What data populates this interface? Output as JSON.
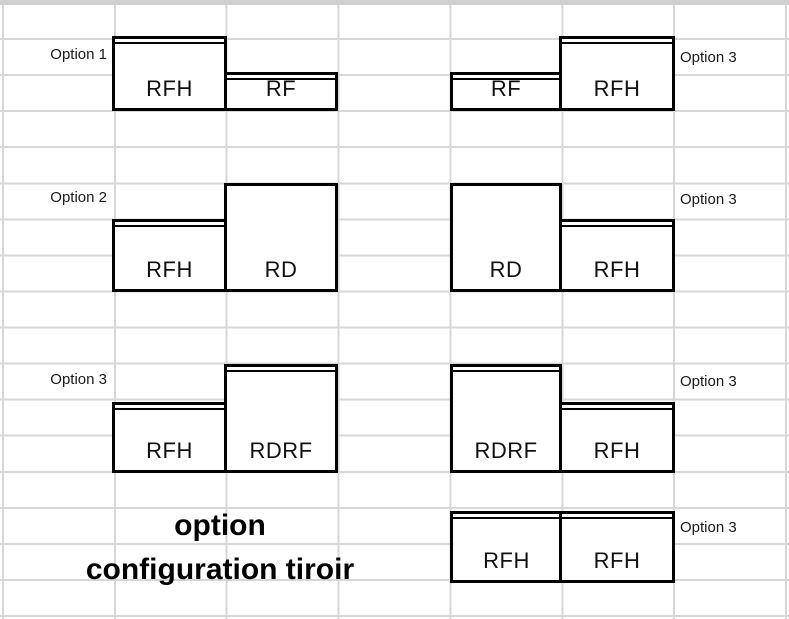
{
  "sheet": {
    "kind": "spreadsheet-drawing",
    "grid_color": "#d7d7d7",
    "shape_border_color": "#000000",
    "background_color": "#ffffff"
  },
  "title": {
    "line1": "option",
    "line2": "configuration tiroir"
  },
  "diagrams": {
    "row1_left": {
      "option_label": "Option 1",
      "box1": "RFH",
      "box2": "RF"
    },
    "row1_right": {
      "option_label": "Option 3",
      "box1": "RF",
      "box2": "RFH"
    },
    "row2_left": {
      "option_label": "Option 2",
      "box1": "RFH",
      "box2": "RD"
    },
    "row2_right": {
      "option_label": "Option 3",
      "box1": "RD",
      "box2": "RFH"
    },
    "row3_left": {
      "option_label": "Option 3",
      "box1": "RFH",
      "box2": "RDRF"
    },
    "row3_right": {
      "option_label": "Option 3",
      "box1": "RDRF",
      "box2": "RFH"
    },
    "row4_right": {
      "option_label": "Option 3",
      "box1": "RFH",
      "box2": "RFH"
    }
  }
}
